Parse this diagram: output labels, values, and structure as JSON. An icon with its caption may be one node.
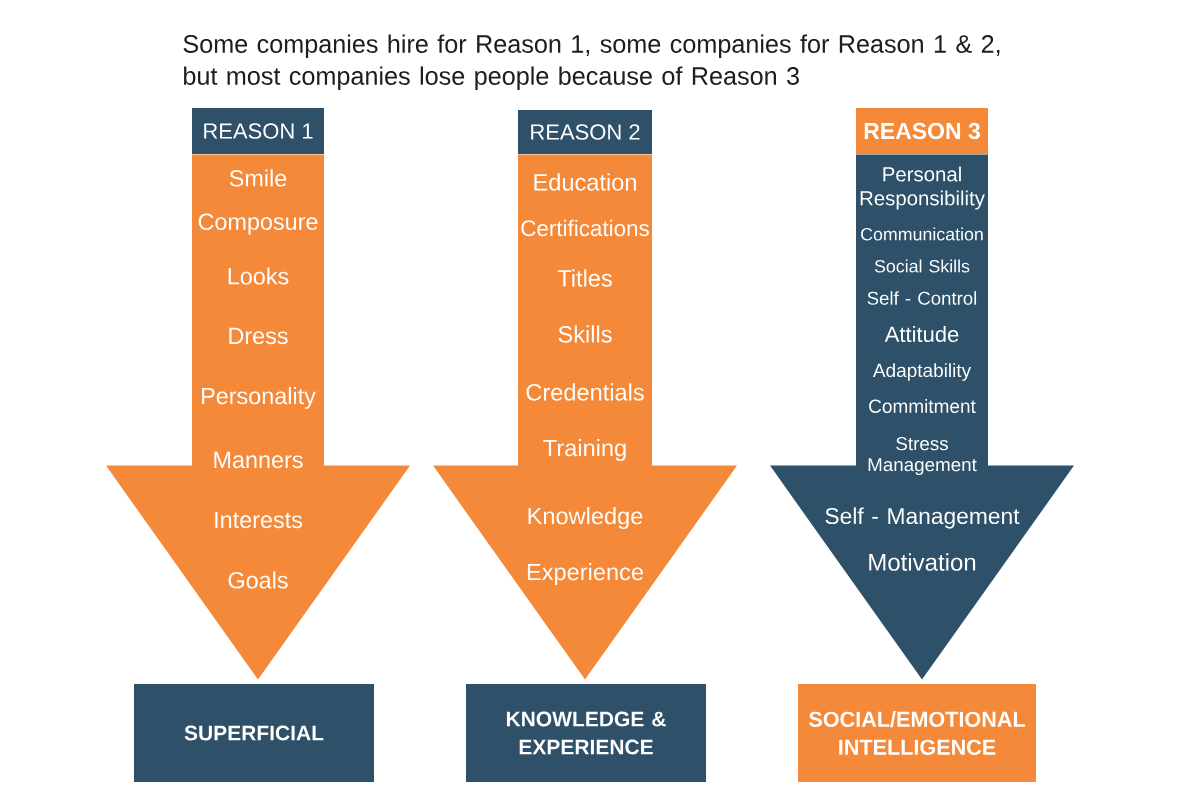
{
  "diagram": {
    "title": "Some companies hire for Reason 1, some companies for Reason 1 & 2, but most companies lose people because of Reason 3",
    "nodes": [
      {
        "text": [
          "REASON 1"
        ]
      },
      {
        "text": [
          "REASON 2"
        ]
      },
      {
        "text": [
          "REASON 3"
        ]
      },
      {
        "text": [
          "SUPERFICIAL"
        ]
      },
      {
        "text": [
          "KNOWLEDGE & EXPERIENCE"
        ]
      },
      {
        "text": [
          "SOCIAL/EMOTIONAL INTELLIGENCE"
        ]
      }
    ],
    "edges": [
      {
        "from": 0,
        "to": 3,
        "arrow": "to"
      },
      {
        "from": 1,
        "to": 4,
        "arrow": "to"
      },
      {
        "from": 2,
        "to": 5,
        "arrow": "to",
        "color": "#2e5069"
      }
    ],
    "labels": [
      "Smile",
      "Composure",
      "Looks",
      "Dress",
      "Personality",
      "Manners",
      "Interests",
      "Goals",
      "Education",
      "Certifications",
      "Titles",
      "Skills",
      "Credentials",
      "Training",
      "Knowledge",
      "Experience",
      "Personal Responsibility",
      "Communication",
      "Social Skills",
      "Self - Control",
      "Attitude",
      "Adaptability",
      "Commitment",
      "Stress Management",
      "Self - Management",
      "Motivation"
    ]
  }
}
